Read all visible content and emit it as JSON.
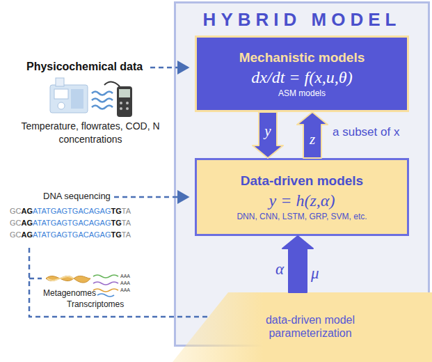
{
  "diagram": {
    "nodes": [
      {
        "text": [
          "HYBRID MODEL"
        ]
      },
      {
        "text": [
          "Mechanistic models",
          "dx/dt = f(x,u,θ)",
          "ASM models"
        ],
        "in": 0
      },
      {
        "text": [
          "Data-driven models",
          "y = h(z,α)",
          "DNN, CNN, LSTM, GRP, SVM, etc."
        ],
        "in": 0
      },
      {
        "text": [
          "data-driven model parameterization"
        ]
      }
    ],
    "edges": [
      {
        "from": 1,
        "to": 2,
        "arrow": "to",
        "label": "y"
      },
      {
        "from": 2,
        "to": 1,
        "arrow": "to",
        "label": "z"
      },
      {
        "from": 3,
        "to": 2,
        "arrow": "to"
      }
    ],
    "labels": [
      "Physicochemical data",
      "Temperature, flowrates, COD, N concentrations",
      "a subset of x",
      "DNA sequencing",
      "GCAGATATGAGTGACAGAGTGTA",
      "GCAGATATGAGTGACAGAGTGTA",
      "GCAGATATGAGTGACAGAGTGTA",
      "Metagenomes",
      "Transcriptomes",
      "AAA",
      "AAA",
      "AAA",
      "α",
      "μ"
    ]
  }
}
